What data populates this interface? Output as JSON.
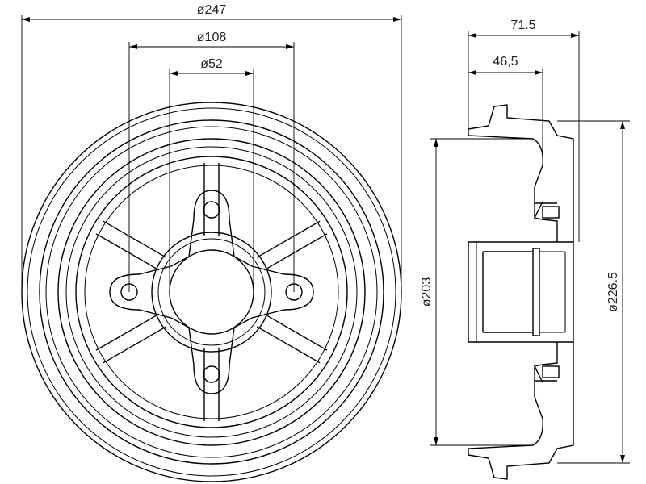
{
  "dimensions": {
    "front_outer_diameter": "ø247",
    "front_bolt_circle": "ø108",
    "front_center_bore": "ø52",
    "side_total_width": "71.5",
    "side_partial_width": "46,5",
    "side_inner_diameter": "ø203",
    "side_outer_diameter": "ø226.5"
  }
}
